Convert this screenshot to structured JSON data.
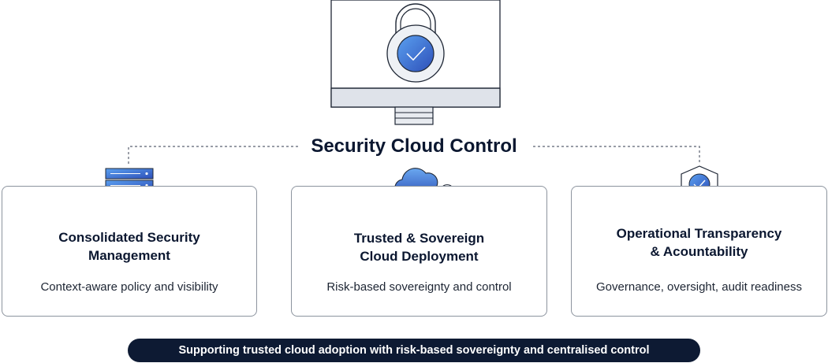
{
  "title": "Security Cloud Control",
  "cards": [
    {
      "title_line1": "Consolidated Security",
      "title_line2": "Management",
      "description": "Context-aware policy and visibility",
      "icon": "server-stack-icon"
    },
    {
      "title_line1": "Trusted & Sovereign",
      "title_line2": "Cloud Deployment",
      "description": "Risk-based sovereignty and control",
      "icon": "cloud-icon"
    },
    {
      "title_line1": "Operational Transparency",
      "title_line2": "& Acountability",
      "description": "Governance, oversight, audit readiness",
      "icon": "shield-check-icon"
    }
  ],
  "banner": "Supporting trusted cloud adoption with risk-based sovereignty and centralised control",
  "hero_icon": "monitor-lock-icon",
  "colors": {
    "accent_blue": "#3b6fd8",
    "navy": "#0d1a33",
    "outline": "#8c949e"
  }
}
